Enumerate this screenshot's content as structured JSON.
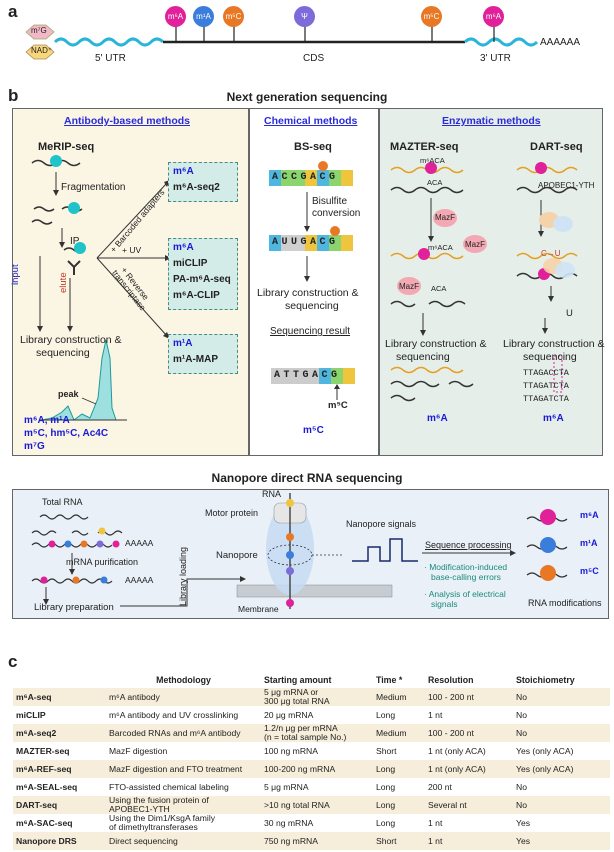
{
  "panel_a": {
    "label": "a",
    "cap_m7g": "m⁷G",
    "cap_nad": "NAD⁺",
    "utr5": "5' UTR",
    "cds": "CDS",
    "utr3": "3' UTR",
    "polya": "AAAAAA",
    "mods": [
      "m⁶A",
      "m¹A",
      "m⁵C",
      "Ψ",
      "m⁵C",
      "m⁶A"
    ]
  },
  "panel_b": {
    "label": "b",
    "title": "Next generation sequencing",
    "antibody": {
      "header": "Antibody-based methods",
      "merip": "MeRIP-seq",
      "fragmentation": "Fragmentation",
      "ip": "IP",
      "input": "input",
      "elute": "elute",
      "libcon1": "Library construction &",
      "libcon2": "sequencing",
      "peak": "peak",
      "detect1": "m⁶A, m¹A",
      "detect2": "m⁵C, hm⁵C, Ac4C",
      "detect3": "m⁷G",
      "barcoded": "+ Barcoded adapters",
      "uv": "+ UV",
      "revtrans1": "+ Reverse",
      "revtrans2": "transcriptase",
      "box1_mod": "m⁶A",
      "box1_method": "m⁶A-seq2",
      "box2_mod": "m⁶A",
      "box2_m1": "miCLIP",
      "box2_m2": "PA-m⁶A-seq",
      "box2_m3": "m⁶A-CLIP",
      "box3_mod": "m¹A",
      "box3_method": "m¹A-MAP"
    },
    "chemical": {
      "header": "Chemical methods",
      "bs": "BS-seq",
      "seq1": "ACCGACG",
      "bis1": "Bisulfite",
      "bis2": "conversion",
      "seq2": "AUUGACG",
      "libcon1": "Library construction &",
      "libcon2": "sequencing",
      "result": "Sequencing result",
      "seq3": "ATTGACG",
      "m5c_arrow": "m⁵C",
      "detect": "m⁵C"
    },
    "enzymatic": {
      "header": "Enzymatic methods",
      "mazter": "MAZTER-seq",
      "dart": "DART-seq",
      "m6aca": "m⁶ACA",
      "aca": "ACA",
      "mazf": "MazF",
      "apobec": "APOBEC1-YTH",
      "cu": "C→U",
      "u": "U",
      "libcon1": "Library construction &",
      "libcon2": "sequencing",
      "reads": [
        "TTAGACCTA",
        "TTAGATCTA",
        "TTAGATCTA"
      ],
      "detect_mazter": "m⁶A",
      "detect_dart": "m⁶A"
    }
  },
  "nanopore": {
    "title": "Nanopore direct RNA sequencing",
    "total_rna": "Total RNA",
    "polya": "AAAAA",
    "mrna_pur": "mRNA purification",
    "lib_prep": "Library preparation",
    "lib_loading": "Library loading",
    "rna": "RNA",
    "motor": "Motor protein",
    "nanopore": "Nanopore",
    "membrane": "Membrane",
    "signals": "Nanopore signals",
    "processing": "Sequence processing",
    "bullet1a": "· Modification-induced",
    "bullet1b": "base-calling errors",
    "bullet2a": "· Analysis of electrical",
    "bullet2b": "signals",
    "out_mods": [
      "m⁶A",
      "m¹A",
      "m⁵C"
    ],
    "rna_mods": "RNA modifications"
  },
  "panel_c": {
    "label": "c",
    "headers": [
      "",
      "Methodology",
      "Starting amount",
      "Time *",
      "Resolution",
      "Stoichiometry"
    ],
    "rows": [
      [
        "m⁶A-seq",
        "m⁶A antibody",
        "5 μg mRNA or\n300 μg total RNA",
        "Medium",
        "100 - 200 nt",
        "No"
      ],
      [
        "miCLIP",
        "m⁶A antibody and UV crosslinking",
        "20 μg mRNA",
        "Long",
        "1 nt",
        "No"
      ],
      [
        "m⁶A-seq2",
        "Barcoded RNAs and m⁶A antibody",
        "1.2/n μg per mRNA\n(n = total sample No.)",
        "Medium",
        "100 - 200 nt",
        "No"
      ],
      [
        "MAZTER-seq",
        "MazF digestion",
        "100 ng mRNA",
        "Short",
        "1 nt (only ACA)",
        "Yes (only ACA)"
      ],
      [
        "m⁶A-REF-seq",
        "MazF digestion and FTO treatment",
        "100-200 ng mRNA",
        "Long",
        "1 nt (only ACA)",
        "Yes (only ACA)"
      ],
      [
        "m⁶A-SEAL-seq",
        "FTO-assisted chemical labeling",
        "5 μg mRNA",
        "Long",
        "200 nt",
        "No"
      ],
      [
        "DART-seq",
        "Using the fusion protein of\nAPOBEC1-YTH",
        ">10 ng total RNA",
        "Long",
        "Several nt",
        "No"
      ],
      [
        "m⁶A-SAC-seq",
        "Using the Dim1/KsgA family\nof dimethyltransferases",
        "30 ng mRNA",
        "Long",
        "1 nt",
        "Yes"
      ],
      [
        "Nanopore DRS",
        "Direct sequencing",
        "750 ng mRNA",
        "Short",
        "1 nt",
        "Yes"
      ]
    ]
  },
  "colors": {
    "rna_line": "#2ab4d9",
    "magenta": "#e0219a",
    "blue_mod": "#3b7ddb",
    "orange": "#e97826",
    "purple": "#7c6bd9",
    "cap_pink": "#f3b8c8",
    "cap_yellow": "#f7d77a",
    "antibody_bg": "#fbf5e4",
    "enzymatic_bg": "#e5eee9",
    "teal_box": "#d4ece7",
    "row_shade": "#f6eedb"
  }
}
